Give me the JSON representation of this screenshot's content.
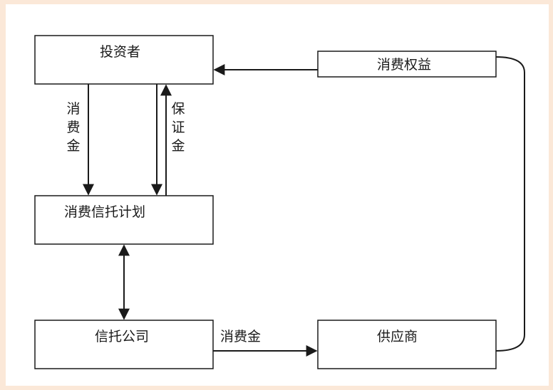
{
  "nodes": {
    "investor": "投资者",
    "trust_plan": "消费信托计划",
    "trust_company": "信托公司",
    "supplier": "供应商",
    "consumer_rights": "消费权益"
  },
  "edges": {
    "investor_to_plan": "消费金",
    "plan_to_investor": "保证金",
    "company_to_supplier": "消费金"
  },
  "colors": {
    "stroke": "#1a1a1a",
    "background": "#ffffff",
    "border": "#fbe8d8"
  }
}
